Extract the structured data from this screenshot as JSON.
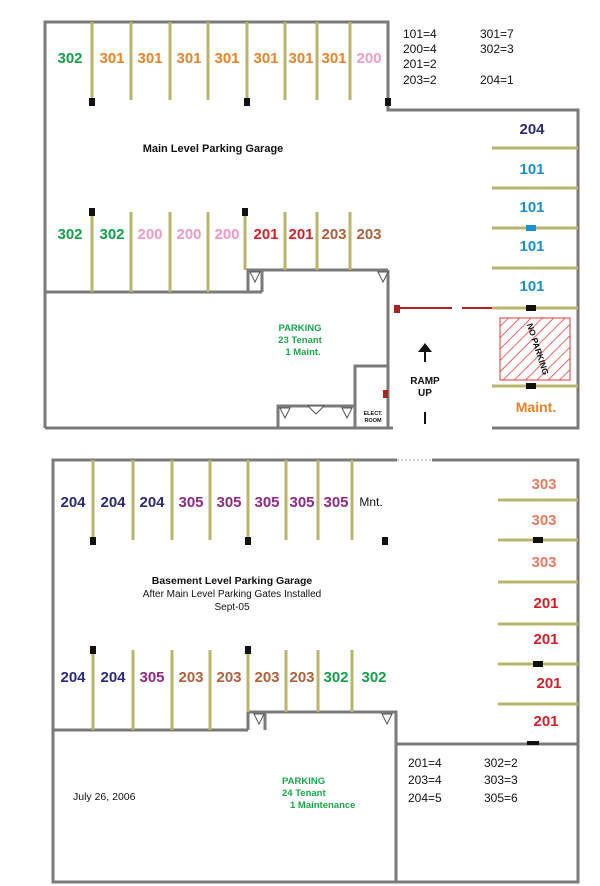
{
  "colors": {
    "u101": "#1a8fd1",
    "u200": "#f29ac4",
    "u201": "#d41f26",
    "u203": "#b0603a",
    "u204": "#2b2a7a",
    "u301": "#e8832a",
    "u302": "#14a04a",
    "u303": "#e87a62",
    "u305": "#8e2a86",
    "parking": "#1ca64c",
    "maint": "#e8832a",
    "wall": "#7a7a7a",
    "stripe": "#b8b66a"
  },
  "main_level": {
    "title": "Main Level Parking Garage",
    "top_stalls": [
      "302",
      "301",
      "301",
      "301",
      "301",
      "301",
      "301",
      "301",
      "200"
    ],
    "mid_stalls": [
      "302",
      "302",
      "200",
      "200",
      "200",
      "201",
      "201",
      "203",
      "203"
    ],
    "right_stalls": [
      "204",
      "101",
      "101",
      "101",
      "101"
    ],
    "parking_label": "PARKING",
    "parking_tenant": "23 Tenant",
    "parking_maint": "1 Maint.",
    "no_parking": "NO PARKING",
    "maint_label": "Maint.",
    "elect_room_line1": "ELECT.",
    "elect_room_line2": "ROOM",
    "ramp_line1": "RAMP",
    "ramp_line2": "UP",
    "counts": [
      "101=4",
      "200=4",
      "201=2",
      "203=2",
      "301=7",
      "302=3",
      "204=1"
    ]
  },
  "basement_level": {
    "title": "Basement Level Parking Garage",
    "subtitle": "After Main Level Parking Gates Installed",
    "date_note": "Sept-05",
    "top_stalls": [
      "204",
      "204",
      "204",
      "305",
      "305",
      "305",
      "305",
      "305",
      "Mnt."
    ],
    "mid_stalls": [
      "204",
      "204",
      "305",
      "203",
      "203",
      "203",
      "203",
      "302",
      "302"
    ],
    "right_stalls": [
      "303",
      "303",
      "303",
      "201",
      "201",
      "201",
      "201"
    ],
    "parking_label": "PARKING",
    "parking_tenant": "24 Tenant",
    "parking_maint": "1  Maintenance",
    "counts": [
      "201=4",
      "203=4",
      "204=5",
      "302=2",
      "303=3",
      "305=6"
    ]
  },
  "date": "July 26, 2006"
}
